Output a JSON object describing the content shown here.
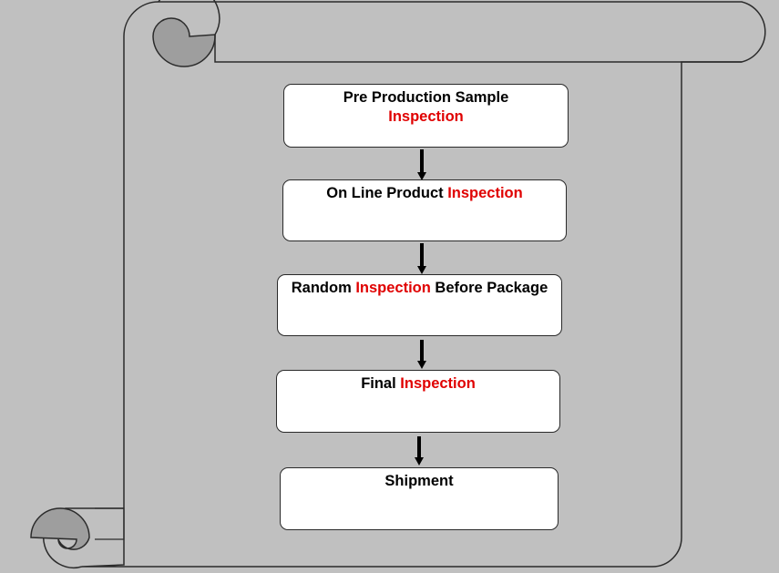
{
  "steps": [
    {
      "before": "Pre Production Sample",
      "highlight": "Inspection",
      "after": ""
    },
    {
      "before": "On Line Product ",
      "highlight": "Inspection",
      "after": ""
    },
    {
      "before": "Random ",
      "highlight": "Inspection",
      "after": " Before Package"
    },
    {
      "before": "Final ",
      "highlight": "Inspection",
      "after": ""
    },
    {
      "before": "Shipment",
      "highlight": "",
      "after": ""
    }
  ],
  "colors": {
    "background": "#c0c0c0",
    "scroll_fill": "#c0c0c0",
    "scroll_curl": "#9e9e9e",
    "box_fill": "#ffffff",
    "highlight": "#e00000"
  }
}
